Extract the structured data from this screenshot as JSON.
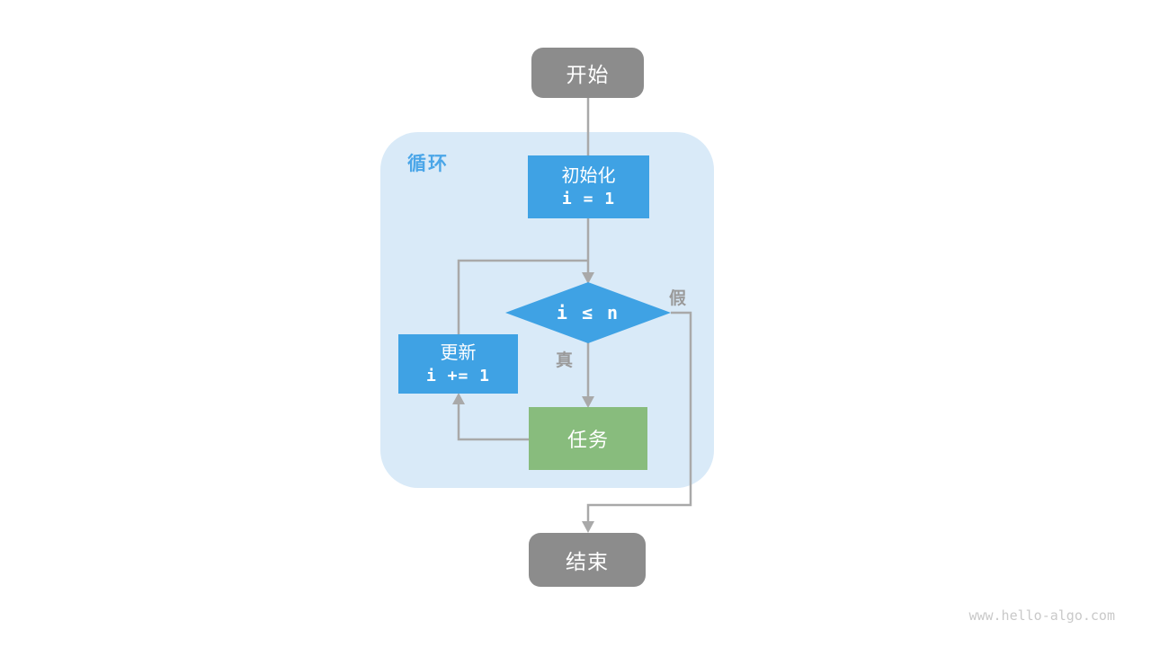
{
  "diagram": {
    "loop_label": "循环",
    "nodes": {
      "start": {
        "label": "开始"
      },
      "init": {
        "title": "初始化",
        "code": "i = 1"
      },
      "condition": {
        "code": "i ≤ n"
      },
      "update": {
        "title": "更新",
        "code": "i += 1"
      },
      "task": {
        "label": "任务"
      },
      "end": {
        "label": "结束"
      }
    },
    "edge_labels": {
      "true": "真",
      "false": "假"
    },
    "colors": {
      "blue": "#3FA2E4",
      "green": "#88BC7D",
      "gray_node": "#8C8C8C",
      "loop_bg": "#D9EAF8",
      "loop_label_color": "#4BA6E8",
      "line": "#A9A9A9",
      "edge_label": "#9A9A9A",
      "watermark_color": "#C9C9C9"
    },
    "watermark": "www.hello-algo.com"
  }
}
